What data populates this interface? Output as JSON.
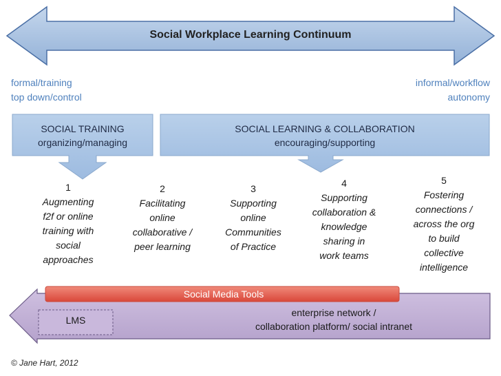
{
  "title": "Social Workplace Learning Continuum",
  "left_labels": {
    "line1": "formal/training",
    "line2": "top down/control"
  },
  "right_labels": {
    "line1": "informal/workflow",
    "line2": "autonomy"
  },
  "training_box": {
    "line1": "SOCIAL TRAINING",
    "line2": "organizing/managing"
  },
  "learning_box": {
    "line1": "SOCIAL LEARNING & COLLABORATION",
    "line2": "encouraging/supporting"
  },
  "steps": [
    {
      "number": "1",
      "lines": [
        "Augmenting",
        "f2f or online",
        "training with",
        "social",
        "approaches"
      ]
    },
    {
      "number": "2",
      "lines": [
        "Facilitating",
        "online",
        "collaborative /",
        "peer learning"
      ]
    },
    {
      "number": "3",
      "lines": [
        "Supporting",
        "online",
        "Communities",
        "of Practice"
      ]
    },
    {
      "number": "4",
      "lines": [
        "Supporting",
        "collaboration &",
        "knowledge",
        "sharing in",
        "work teams"
      ]
    },
    {
      "number": "5",
      "lines": [
        "Fostering",
        "connections /",
        "across the org",
        "to build",
        "collective",
        "intelligence"
      ]
    }
  ],
  "social_media_tools": "Social Media Tools",
  "lms": "LMS",
  "enterprise": {
    "line1": "enterprise network /",
    "line2": "collaboration platform/  social intranet"
  },
  "copyright": "© Jane Hart, 2012",
  "colors": {
    "arrow_fill": "#a7c0de",
    "arrow_stroke": "#4a6fa5",
    "box_fill": "#a9c4e4",
    "box_stroke": "#8aa8cc",
    "smt_fill": "#e66b5b",
    "lms_arrow_fill": "#c3b2d6",
    "lms_arrow_stroke": "#6a5a86",
    "label_blue": "#4f81bd"
  }
}
